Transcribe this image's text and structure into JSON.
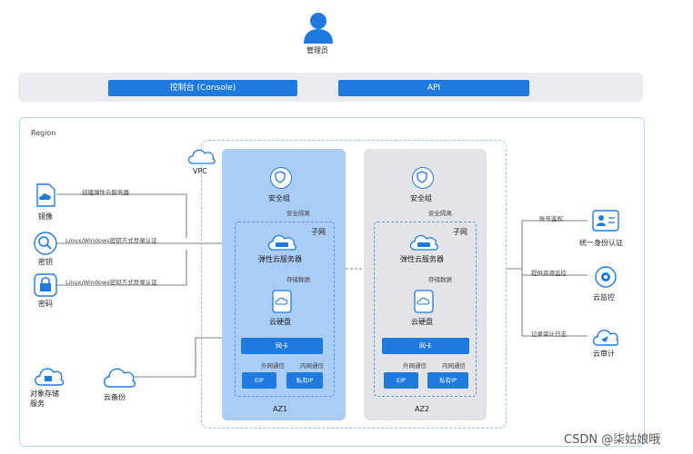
{
  "admin": {
    "label": "管理员"
  },
  "topbar": {
    "console": "控制台 (Console)",
    "api": "API"
  },
  "region": {
    "label": "Region"
  },
  "vpc": {
    "label": "VPC"
  },
  "left_items": {
    "image": "镜像",
    "key": "密钥",
    "password": "密码",
    "obs": "对象存储\n服务",
    "backup": "云备份"
  },
  "left_labels": {
    "create": "创建弹性云服务器",
    "key_login": "Linux/Windows密钥方式登录认证",
    "pwd_login": "Linux/Windows密码方式登录认证"
  },
  "az1": {
    "name": "AZ1",
    "security_group": "安全组",
    "isolation": "安全隔离",
    "subnet": "子网",
    "ecs": "弹性云服务器",
    "storage": "存储数据",
    "disk": "云硬盘",
    "nic": "网卡",
    "ext_comm": "外网通信",
    "int_comm": "内网通信",
    "eip": "EIP",
    "private_ip": "私有IP"
  },
  "az2": {
    "name": "AZ2",
    "security_group": "安全组",
    "isolation": "安全隔离",
    "subnet": "子网",
    "ecs": "弹性云服务器",
    "storage": "存储数据",
    "disk": "云硬盘",
    "nic": "网卡",
    "ext_comm": "外网通信",
    "int_comm": "内网通信",
    "eip": "EIP",
    "private_ip": "私有IP"
  },
  "right_items": {
    "iam": "统一身份认证",
    "ces": "云监控",
    "cts": "云审计"
  },
  "right_labels": {
    "account": "账号鉴权",
    "monitor": "提供资源监控",
    "audit": "记录审计日志"
  },
  "watermark": "CSDN @柒姑娘哦",
  "colors": {
    "primary": "#1f7ae0",
    "az1_bg": "#a9cdf5",
    "az2_bg": "#e3e4e7"
  }
}
